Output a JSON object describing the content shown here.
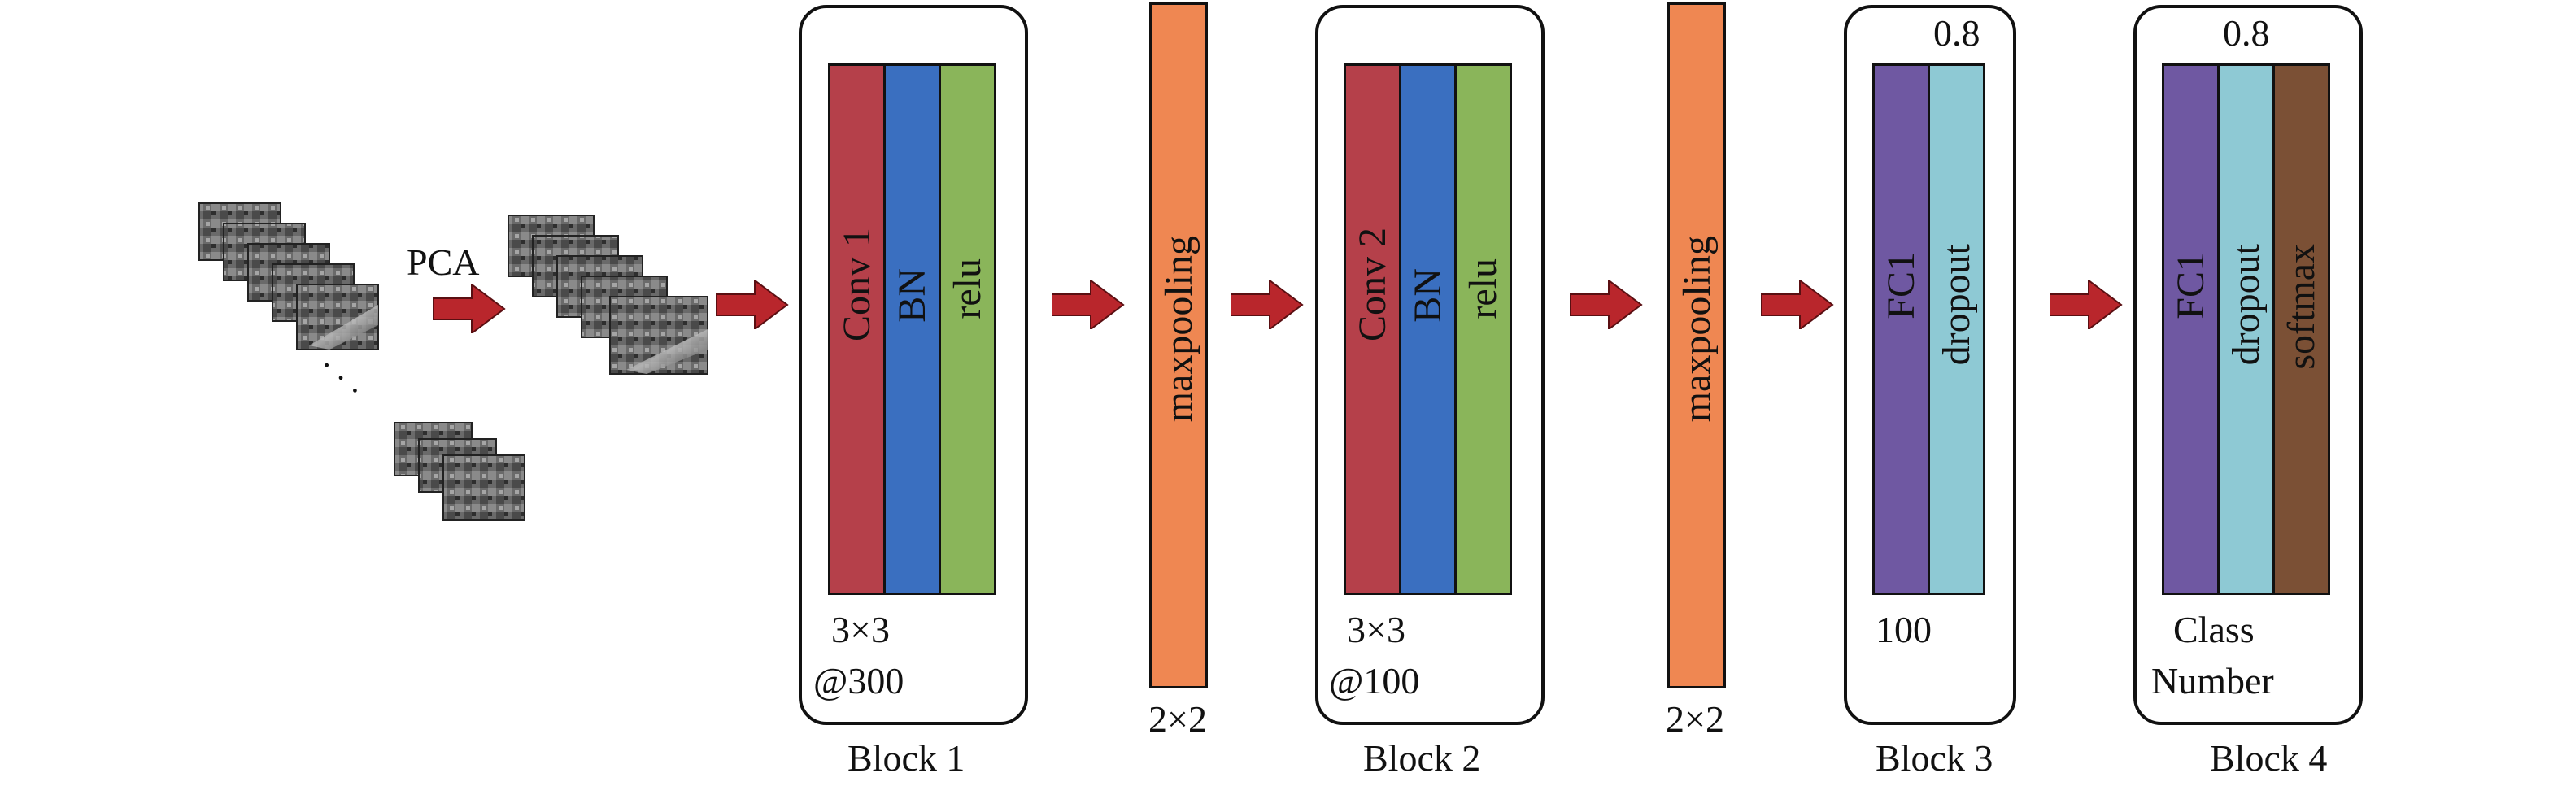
{
  "input": {
    "pca_label": "PCA",
    "ellipsis": "·  ·  ·"
  },
  "block1": {
    "title": "Block 1",
    "layers": [
      "Conv 1",
      "BN",
      "relu"
    ],
    "kernel": "3×3",
    "filters": "@300"
  },
  "pool1": {
    "label": "maxpooling",
    "size": "2×2"
  },
  "block2": {
    "title": "Block 2",
    "layers": [
      "Conv 2",
      "BN",
      "relu"
    ],
    "kernel": "3×3",
    "filters": "@100"
  },
  "pool2": {
    "label": "maxpooling",
    "size": "2×2"
  },
  "block3": {
    "title": "Block 3",
    "layers": [
      "FC1",
      "dropout"
    ],
    "rate": "0.8",
    "units": "100"
  },
  "block4": {
    "title": "Block 4",
    "layers": [
      "FC1",
      "dropout",
      "softmax"
    ],
    "rate": "0.8",
    "units_line1": "Class",
    "units_line2": "Number"
  },
  "colors": {
    "conv": "#b5404a",
    "bn": "#3a6fc0",
    "relu": "#8ab55a",
    "maxpool": "#ef8752",
    "fc": "#6f58a2",
    "dropout": "#8ec9d4",
    "softmax": "#7b5035",
    "arrow": "#b9262c"
  }
}
